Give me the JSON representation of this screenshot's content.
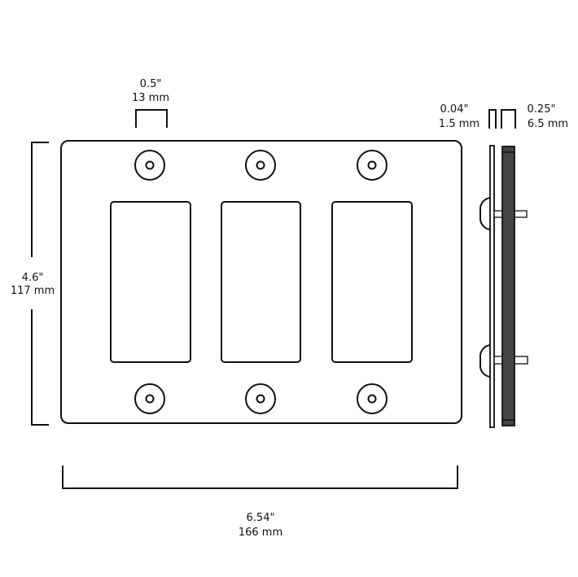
{
  "dimensions": {
    "screw_spacing": {
      "inches": "0.5\"",
      "mm": "13 mm"
    },
    "height": {
      "inches": "4.6\"",
      "mm": "117 mm"
    },
    "width": {
      "inches": "6.54\"",
      "mm": "166 mm"
    },
    "plate_thickness": {
      "inches": "0.04\"",
      "mm": "1.5 mm"
    },
    "depth": {
      "inches": "0.25\"",
      "mm": "6.5 mm"
    }
  },
  "colors": {
    "line": "#111111",
    "side_plate": "#444444"
  }
}
